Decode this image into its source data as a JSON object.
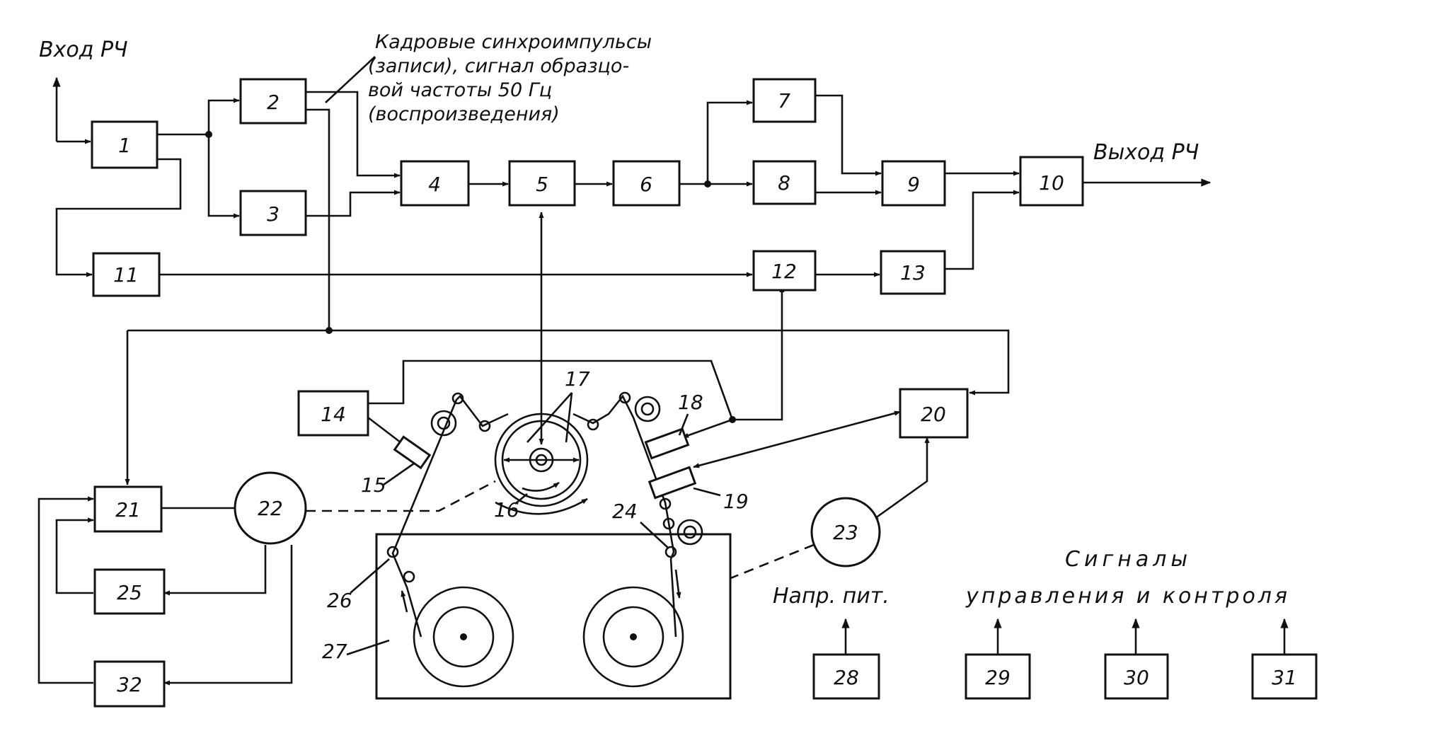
{
  "input_label": "Вход РЧ",
  "output_label": "Выход РЧ",
  "annotation": {
    "line1": "Кадровые синхроимпульсы",
    "line2": "(записи), сигнал образцо-",
    "line3": "вой частоты 50 Гц",
    "line4": "(воспроизведения)"
  },
  "blocks": {
    "b1": "1",
    "b2": "2",
    "b3": "3",
    "b4": "4",
    "b5": "5",
    "b6": "6",
    "b7": "7",
    "b8": "8",
    "b9": "9",
    "b10": "10",
    "b11": "11",
    "b12": "12",
    "b13": "13",
    "b14": "14",
    "b20": "20",
    "b21": "21",
    "b22": "22",
    "b23": "23",
    "b25": "25",
    "b27": "27",
    "b28": "28",
    "b29": "29",
    "b30": "30",
    "b31": "31",
    "b32": "32"
  },
  "callouts": {
    "c15": "15",
    "c16": "16",
    "c17": "17",
    "c18": "18",
    "c19": "19",
    "c24": "24",
    "c26": "26"
  },
  "power_label": "Напр. пит.",
  "signals_line1": "Сигналы",
  "signals_line2": "управления и контроля"
}
